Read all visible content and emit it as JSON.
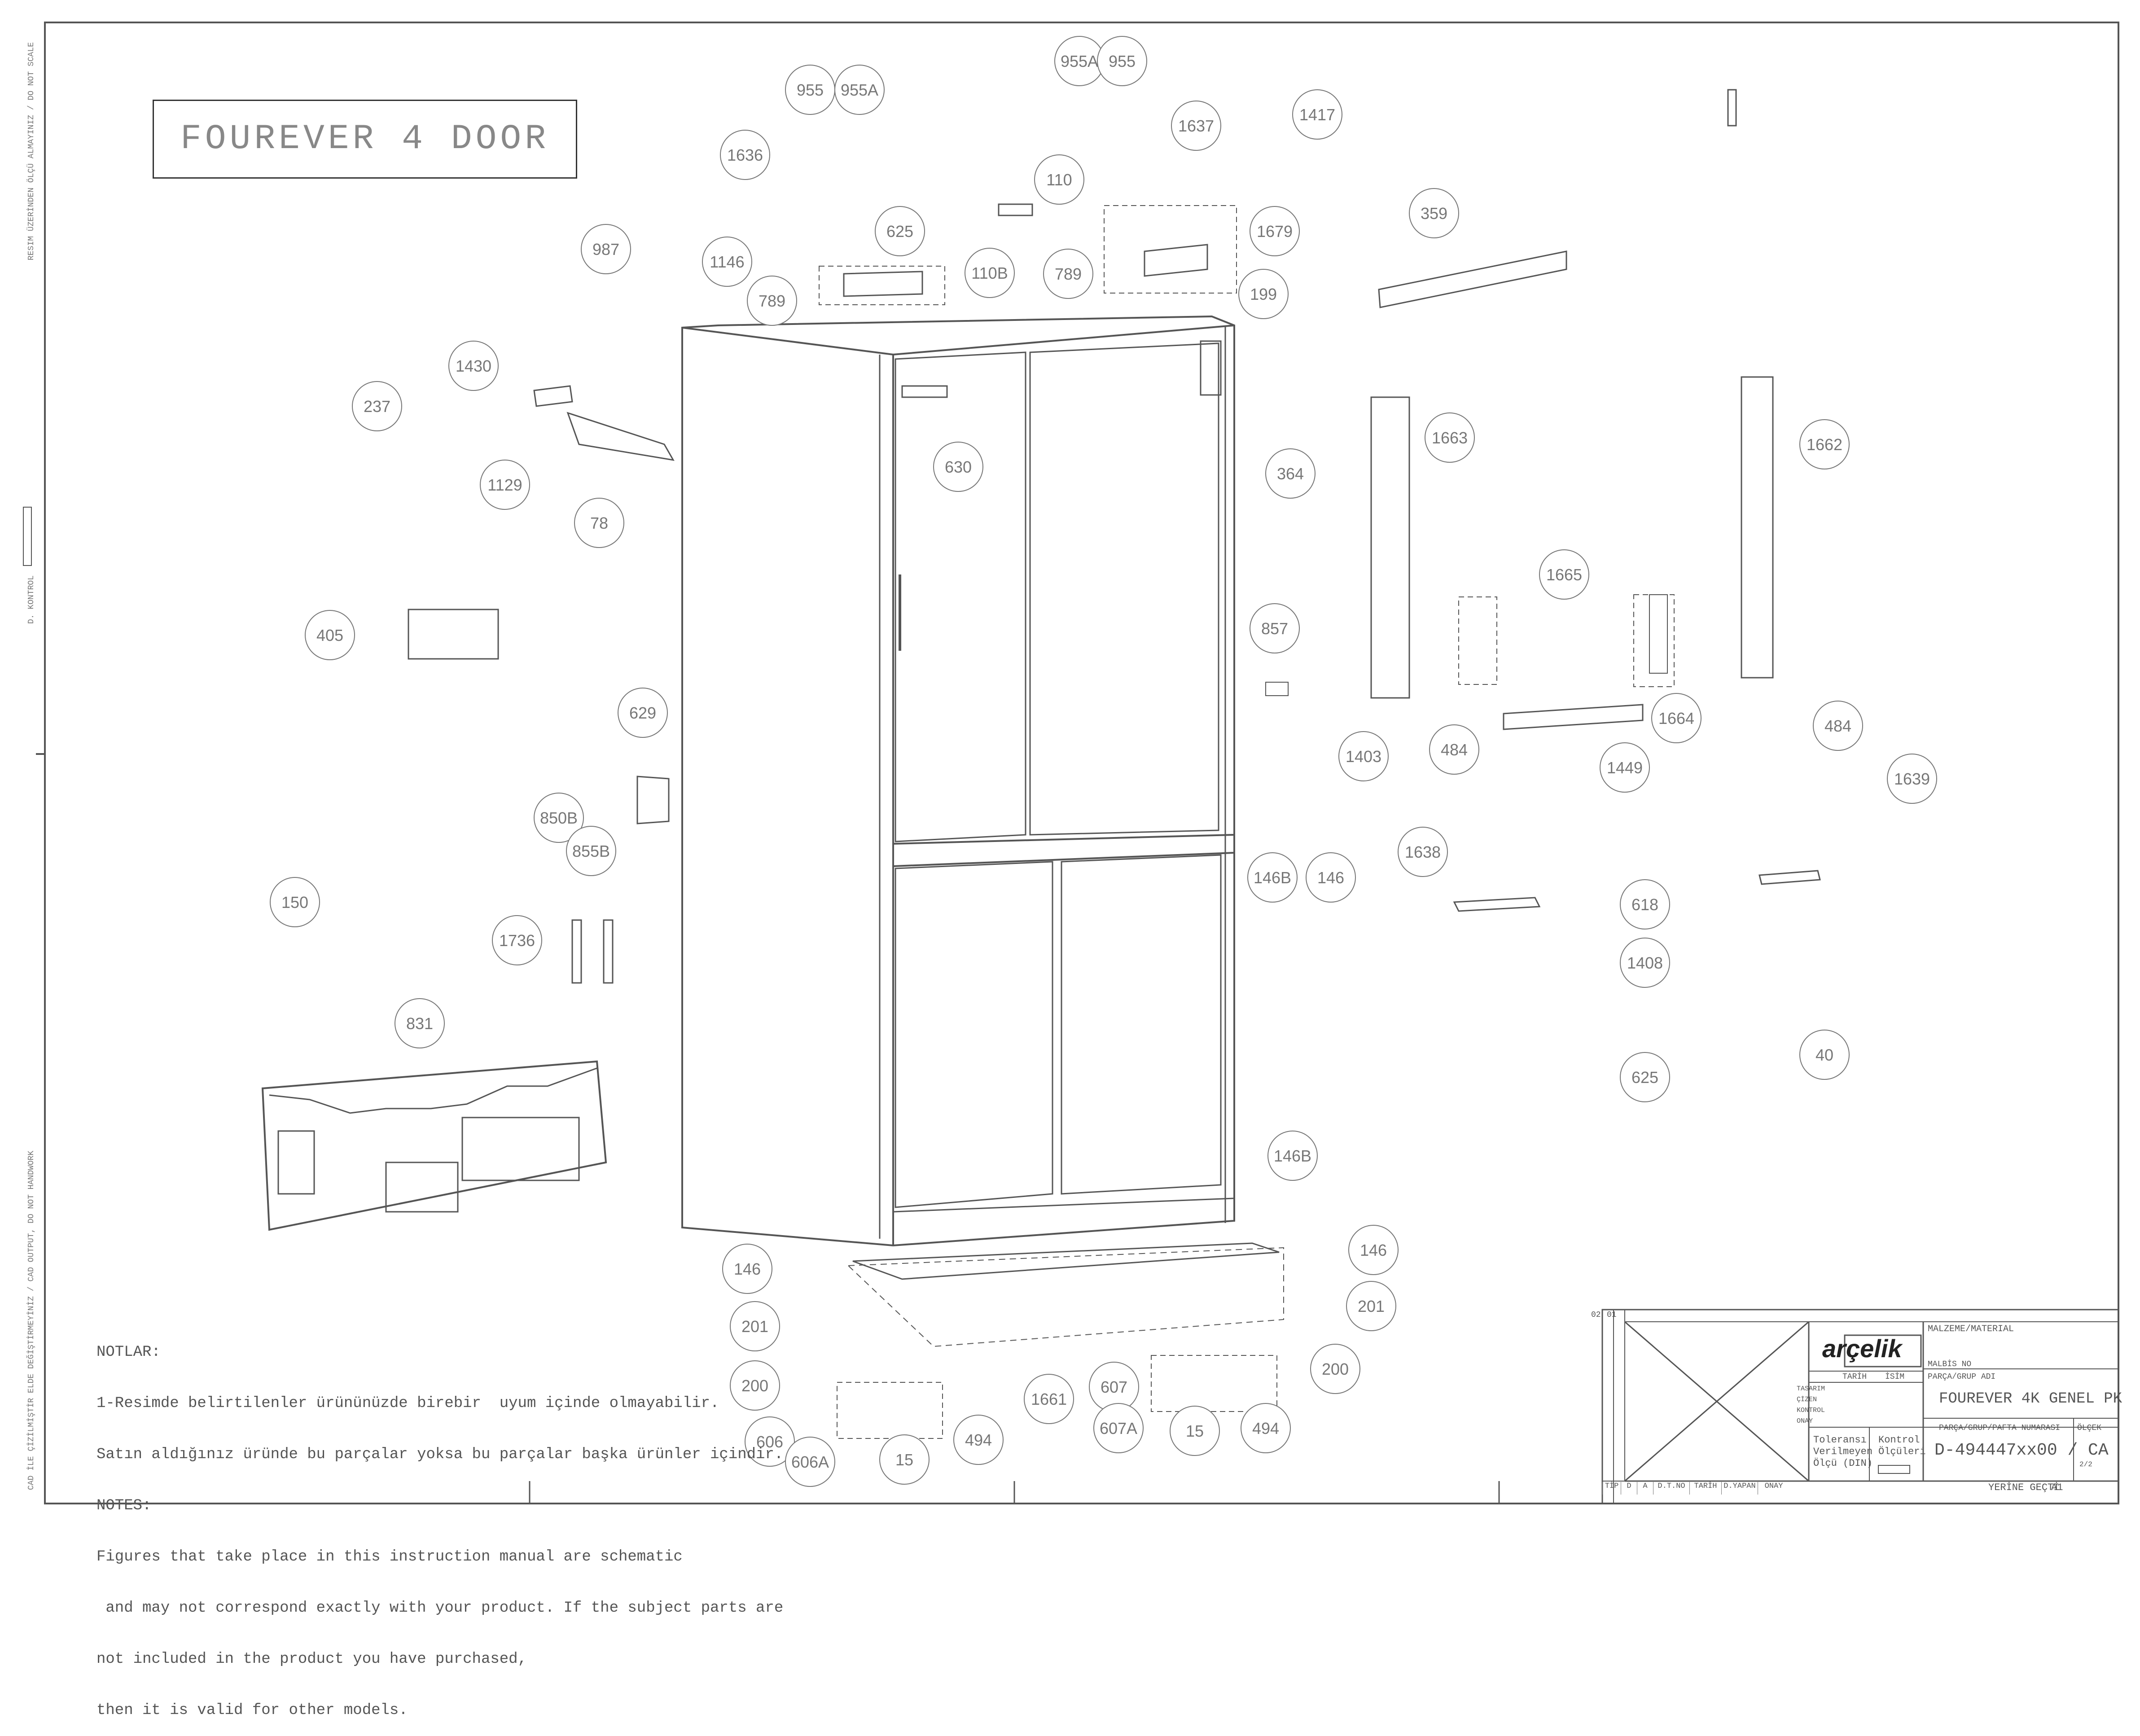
{
  "title": "FOUREVER 4 DOOR",
  "margin_texts": {
    "left_top": "RESIM ÜZERİNDEN ÖLÇÜ ALMAYINIZ / DO NOT SCALE",
    "left_middle": "D. KONTROL",
    "left_bottom": "CAD İLE ÇİZİLMİŞTİR ELDE DEĞİŞTİRMEYİNİZ / CAD OUTPUT, DO NOT HANDWORK"
  },
  "notes": {
    "heading_tr": "NOTLAR:",
    "line_tr_1": "1-Resimde belirtilenler ürününüzde birebir  uyum içinde olmayabilir.",
    "line_tr_2": "Satın aldığınız üründe bu parçalar yoksa bu parçalar başka ürünler içindir.",
    "heading_en": "NOTES:",
    "line_en_1": "Figures that take place in this instruction manual are schematic",
    "line_en_2": " and may not correspond exactly with your product. If the subject parts are",
    "line_en_3": "not included in the product you have purchased,",
    "line_en_4": "then it is valid for other models."
  },
  "part_labels": [
    "955",
    "955A",
    "955A",
    "955",
    "1636",
    "1637",
    "1417",
    "110",
    "1679",
    "625",
    "359",
    "1146",
    "110B",
    "789",
    "789",
    "199",
    "987",
    "1430",
    "237",
    "1129",
    "78",
    "630",
    "364",
    "1663",
    "1662",
    "405",
    "857",
    "1665",
    "1664",
    "484",
    "484",
    "629",
    "1403",
    "1449",
    "1639",
    "1638",
    "146B",
    "146",
    "850B",
    "855B",
    "150",
    "1736",
    "618",
    "1408",
    "831",
    "625",
    "40",
    "146B",
    "146",
    "146",
    "201",
    "201",
    "200",
    "200",
    "1661",
    "607",
    "607A",
    "15",
    "15",
    "494",
    "494",
    "606",
    "606A"
  ],
  "title_block": {
    "brand": "arçelik",
    "rev_cols": [
      "02",
      "01"
    ],
    "material_label": "MALZEME/MATERIAL",
    "malbis_label": "MALBİS NO",
    "part_group_label": "PARÇA/GRUP ADI",
    "part_group_name": "FOUREVER 4K GENEL PK",
    "part_number_label": "PARÇA/GRUP/PAFTA NUMARASI",
    "part_number": "D-494447xx00 / CA",
    "scale_label": "ÖLÇEK",
    "date_label": "TARİH",
    "name_label": "İSİM",
    "row_labels": [
      "TASARIM",
      "ÇİZEN",
      "KONTROL",
      "ONAY"
    ],
    "tolerance": [
      "Toleransı",
      "Verilmeyen",
      "Ölçü (DIN)"
    ],
    "control": [
      "Kontrol",
      "Ölçüleri"
    ],
    "sheet_page": "2/2",
    "replaces_label": "YERİNE GEÇTİ",
    "paper_size": "A1",
    "footer_cols": [
      "TİP",
      "D",
      "A",
      "D.T.NO",
      "TARİH",
      "D.YAPAN",
      "ONAY"
    ]
  }
}
